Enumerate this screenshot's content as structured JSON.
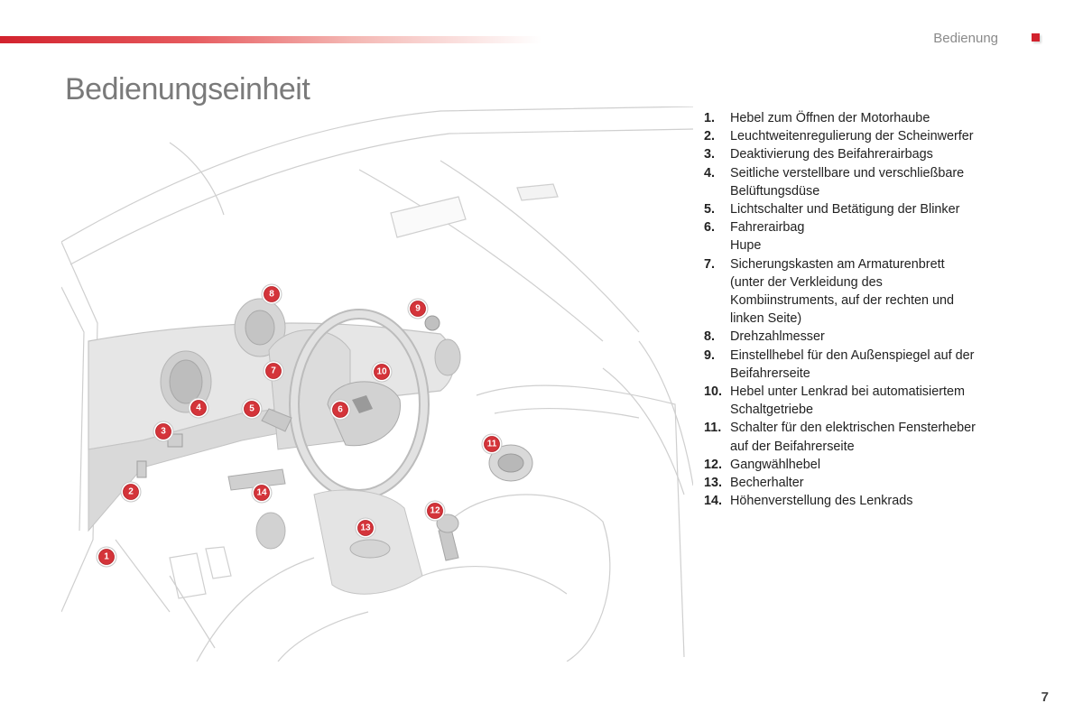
{
  "header": {
    "section": "Bedienung"
  },
  "page": {
    "title": "Bedienungseinheit",
    "number": "7"
  },
  "colors": {
    "accent": "#d2222d",
    "marker_fill": "#d4343a",
    "title_gray": "#7a7a7a",
    "drawing_gray": "#c9c9c9",
    "part_fill": "#e4e4e4"
  },
  "figure": {
    "markers": [
      "1",
      "2",
      "3",
      "4",
      "5",
      "6",
      "7",
      "8",
      "9",
      "10",
      "11",
      "12",
      "13",
      "14"
    ]
  },
  "legend": [
    {
      "num": "1.",
      "text": "Hebel zum Öffnen der Motorhaube"
    },
    {
      "num": "2.",
      "text": "Leuchtweitenregulierung der Scheinwerfer"
    },
    {
      "num": "3.",
      "text": "Deaktivierung des Beifahrerairbags"
    },
    {
      "num": "4.",
      "text": "Seitliche verstellbare und verschließbare\nBelüftungsdüse"
    },
    {
      "num": "5.",
      "text": "Lichtschalter und Betätigung der Blinker"
    },
    {
      "num": "6.",
      "text": "Fahrerairbag\nHupe"
    },
    {
      "num": "7.",
      "text": "Sicherungskasten am Armaturenbrett\n(unter der Verkleidung des\nKombiinstruments, auf der rechten und\nlinken Seite)"
    },
    {
      "num": "8.",
      "text": "Drehzahlmesser"
    },
    {
      "num": "9.",
      "text": "Einstellhebel für den Außenspiegel auf der\nBeifahrerseite"
    },
    {
      "num": "10.",
      "text": "Hebel unter Lenkrad bei automatisiertem\nSchaltgetriebe"
    },
    {
      "num": "11.",
      "text": "Schalter für den elektrischen Fensterheber\nauf der Beifahrerseite"
    },
    {
      "num": "12.",
      "text": "Gangwählhebel"
    },
    {
      "num": "13.",
      "text": "Becherhalter"
    },
    {
      "num": "14.",
      "text": "Höhenverstellung des Lenkrads"
    }
  ]
}
